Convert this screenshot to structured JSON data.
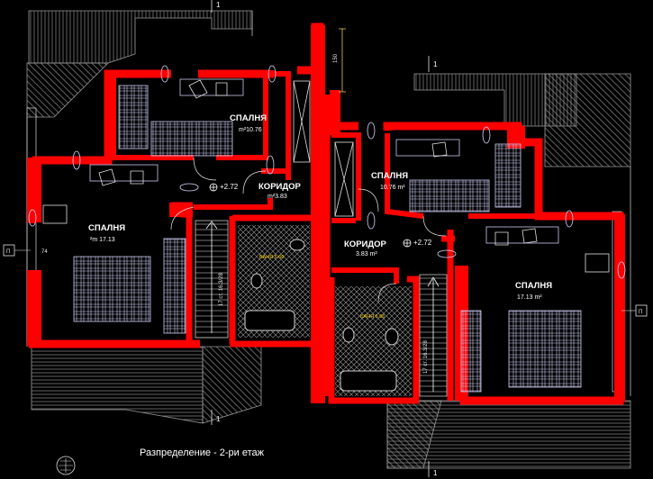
{
  "drawing": {
    "caption": "Разпределение - 2-ри етаж",
    "colors": {
      "background": "#000000",
      "walls": "#ff0000",
      "roof_hatch": "#9a9a9a",
      "furniture": "#c8c8f0",
      "bath_tile": "#8a8a8a",
      "bath_label": "#ffd400",
      "dimension": "#ffe060",
      "text": "#ffffff"
    },
    "section_marks": {
      "top_left": "1",
      "top_right": "1",
      "bottom_left": "1",
      "bottom_right": "1"
    },
    "dimension_label": "150",
    "left_unit": {
      "bedroom_top": {
        "name": "СПАЛНЯ",
        "area": "m²10.76"
      },
      "bedroom_main": {
        "name": "СПАЛНЯ",
        "area": "²m 17.13"
      },
      "corridor": {
        "name": "КОРИДОР",
        "area": "m²3.83"
      },
      "elevation": "+2.72",
      "bath_label": "БАНЯ 5.66",
      "stair_label": "17 ст. 16.3/28",
      "side_tag": "П",
      "side_tag_number": "74"
    },
    "right_unit": {
      "bedroom_top": {
        "name": "СПАЛНЯ",
        "area": "10.76 m²"
      },
      "bedroom_main": {
        "name": "СПАЛНЯ",
        "area": "17.13 m²"
      },
      "corridor": {
        "name": "КОРИДОР",
        "area": "3.83 m²"
      },
      "elevation": "+2.72",
      "bath_label": "БАНЯ 5.66",
      "stair_label": "17 ст. 16.3/28",
      "side_tag": "П"
    }
  }
}
